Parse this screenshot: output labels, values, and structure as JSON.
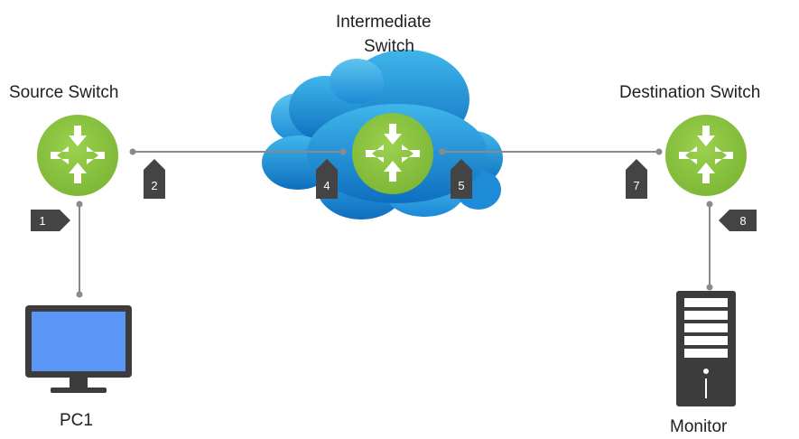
{
  "labels": {
    "source_switch": "Source Switch",
    "intermediate_line1": "Intermediate",
    "intermediate_line2": "Switch",
    "destination_switch": "Destination Switch",
    "pc": "PC1",
    "monitor": "Monitor"
  },
  "markers": [
    {
      "id": "1",
      "direction": "right"
    },
    {
      "id": "2",
      "direction": "up"
    },
    {
      "id": "4",
      "direction": "up"
    },
    {
      "id": "5",
      "direction": "up"
    },
    {
      "id": "7",
      "direction": "up"
    },
    {
      "id": "8",
      "direction": "left"
    }
  ],
  "colors": {
    "switch_green": "#8cc63f",
    "switch_arrow": "#ffffff",
    "cloud_light": "#29abe2",
    "cloud_dark": "#0f71c1",
    "line": "#8a8a8a",
    "marker": "#444444",
    "monitor_screen": "#5b95f5",
    "device_dark": "#3c3c3c"
  },
  "icons": {
    "switch": "switch-router-icon",
    "cloud": "cloud-icon",
    "pc": "desktop-monitor-icon",
    "monitor": "server-tower-icon"
  }
}
